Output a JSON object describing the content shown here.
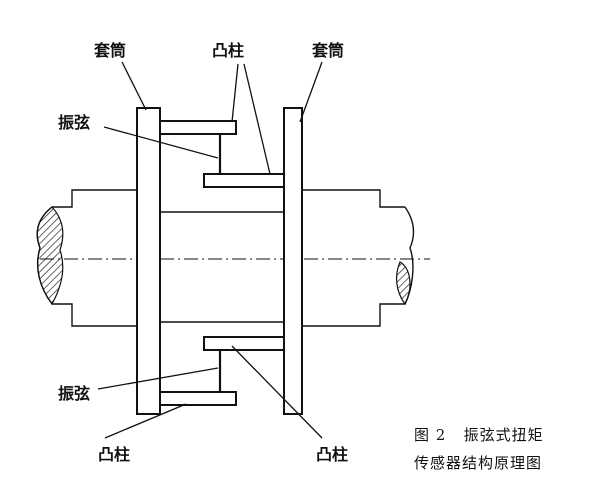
{
  "diagram": {
    "labels": {
      "sleeve_left": "套筒",
      "sleeve_right": "套筒",
      "boss_top": "凸柱",
      "boss_bottom_left": "凸柱",
      "boss_bottom_right": "凸柱",
      "string_top": "振弦",
      "string_bottom": "振弦"
    },
    "caption": {
      "line1": "图 2   振弦式扭矩",
      "line2": "传感器结构原理图"
    }
  }
}
